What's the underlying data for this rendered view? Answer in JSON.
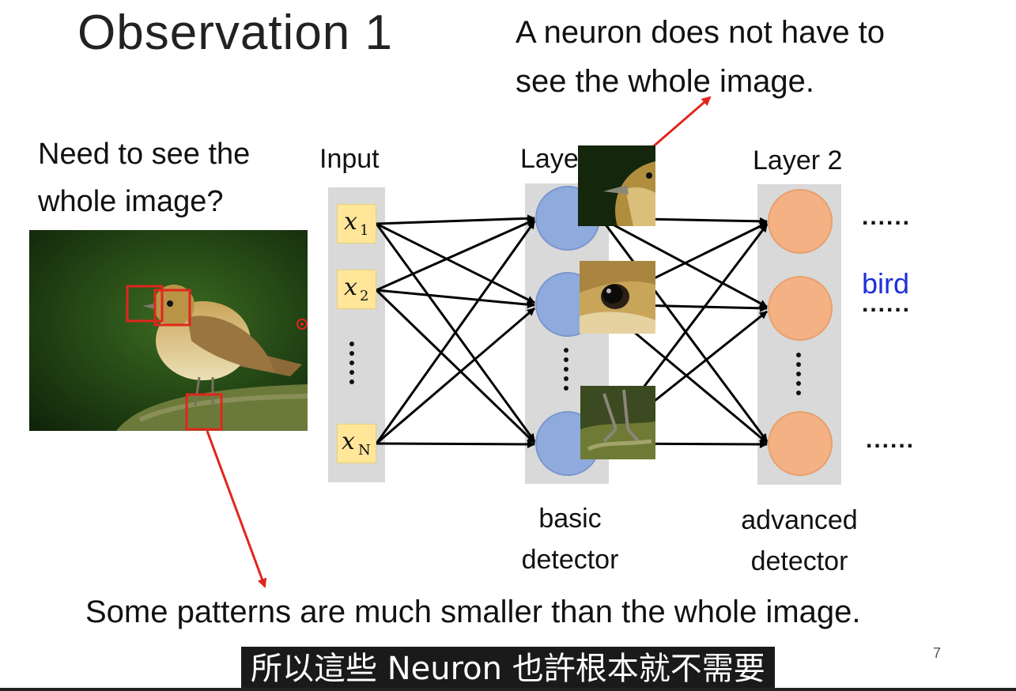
{
  "slide": {
    "title": "Observation 1",
    "note_top_line1": "A neuron does not have to",
    "note_top_line2": "see the whole image.",
    "question_line1": "Need to see the",
    "question_line2": "whole image?",
    "bottom_text": "Some patterns are much smaller than the whole image.",
    "page_number": "7"
  },
  "network": {
    "input_label": "Input",
    "layer1_label": "Layer 1",
    "layer2_label": "Layer 2",
    "inputs": [
      {
        "sym": "x",
        "sub": "1"
      },
      {
        "sym": "x",
        "sub": "2"
      },
      {
        "sym": "x",
        "sub": "N"
      }
    ],
    "layer1_caption_line1": "basic",
    "layer1_caption_line2": "detector",
    "layer2_caption_line1": "advanced",
    "layer2_caption_line2": "detector",
    "ellipsis_top": "......",
    "ellipsis_bottom": "......",
    "bird_label": "bird",
    "bird_dots": "......"
  },
  "subtitle": {
    "text": "所以這些 Neuron 也許根本就不需要"
  },
  "colors": {
    "layer1_node": "#8faadc",
    "layer2_node": "#f4b183",
    "input_box": "#ffe699",
    "column_bg": "#d9d9d9",
    "arrow_red": "#e0261c",
    "bird_text": "#1f2fd8"
  }
}
